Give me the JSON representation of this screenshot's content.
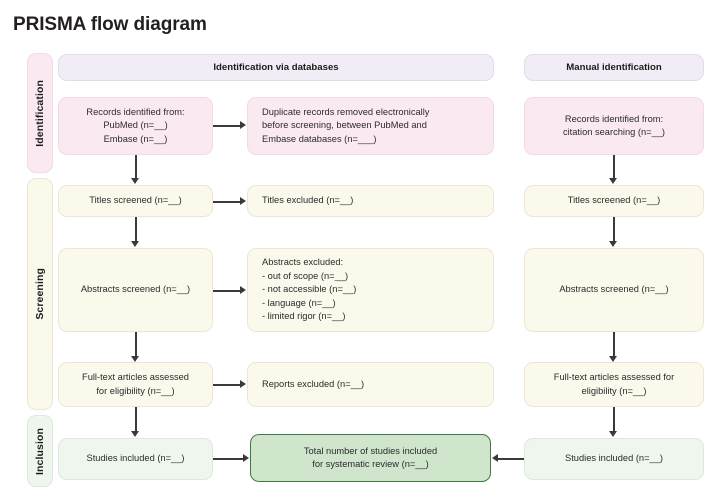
{
  "title": "PRISMA flow diagram",
  "phases": [
    {
      "id": "identification",
      "label": "Identification",
      "color": "#fbe9f1"
    },
    {
      "id": "screening",
      "label": "Screening",
      "color": "#fbf8ec"
    },
    {
      "id": "inclusion",
      "label": "Inclusion",
      "color": "#eff6ee"
    }
  ],
  "columns": {
    "databases_header": "Identification via databases",
    "manual_header": "Manual identification"
  },
  "boxes": {
    "records_identified_db": "Records identified from:\nPubMed (n=__)\nEmbase (n=__)",
    "duplicates_removed": "Duplicate records removed electronically\nbefore screening, between PubMed and\nEmbase databases (n=___)",
    "records_identified_manual": "Records identified from:\ncitation searching  (n=__)",
    "titles_screened_db": "Titles screened (n=__)",
    "titles_excluded": "Titles excluded  (n=__)",
    "titles_screened_manual": "Titles screened (n=__)",
    "abstracts_screened_db": "Abstracts screened (n=__)",
    "abstracts_excluded": "Abstracts excluded:\n- out of scope (n=__)\n- not accessible (n=__)\n- language (n=__)\n- limited rigor (n=__)",
    "abstracts_screened_manual": "Abstracts screened (n=__)",
    "fulltext_db": "Full-text articles assessed\nfor eligibility (n=__)",
    "reports_excluded": "Reports excluded (n=__)",
    "fulltext_manual": "Full-text articles  assessed for\neligibility (n=__)",
    "studies_included_db": "Studies included (n=__)",
    "total_included": "Total number of studies included\nfor systematic review (n=__)",
    "studies_included_manual": "Studies included (n=__)"
  },
  "colors": {
    "pink": "#fbe9f1",
    "lavender": "#f1ecf6",
    "cream": "#fbf8ec",
    "mint": "#eff6ee",
    "mint_strong": "#cfe6cd",
    "mint_border": "#3d7a3f",
    "connector": "#3a3a3a",
    "text": "#2b2b2b"
  }
}
